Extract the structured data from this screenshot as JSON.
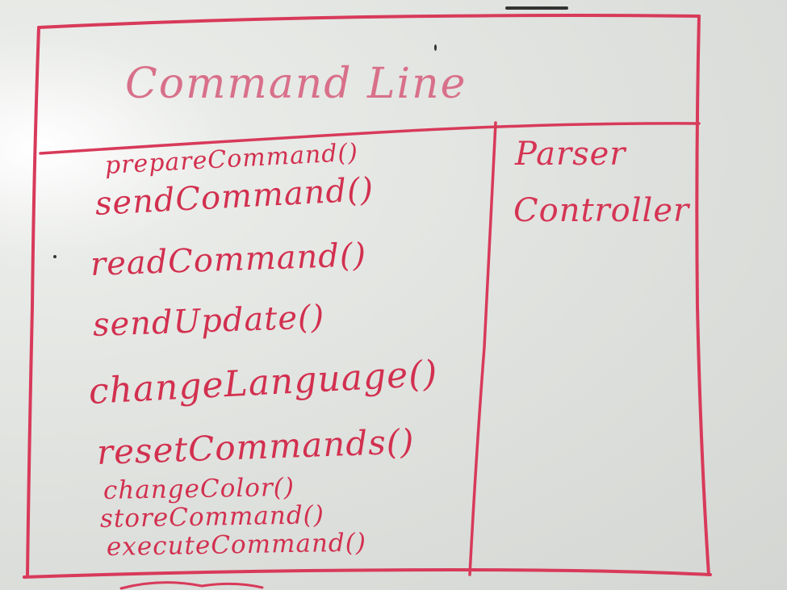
{
  "diagram": {
    "title": "Command Line",
    "methods": [
      "prepareCommand()",
      "sendCommand()",
      "readCommand()",
      "sendUpdate()",
      "changeLanguage()",
      "resetCommands()",
      "changeColor()",
      "storeCommand()",
      "executeCommand()"
    ],
    "collaborators": [
      "Parser",
      "Controller"
    ]
  },
  "colors": {
    "marker": "#d2304f",
    "board": "#dfe1de"
  }
}
